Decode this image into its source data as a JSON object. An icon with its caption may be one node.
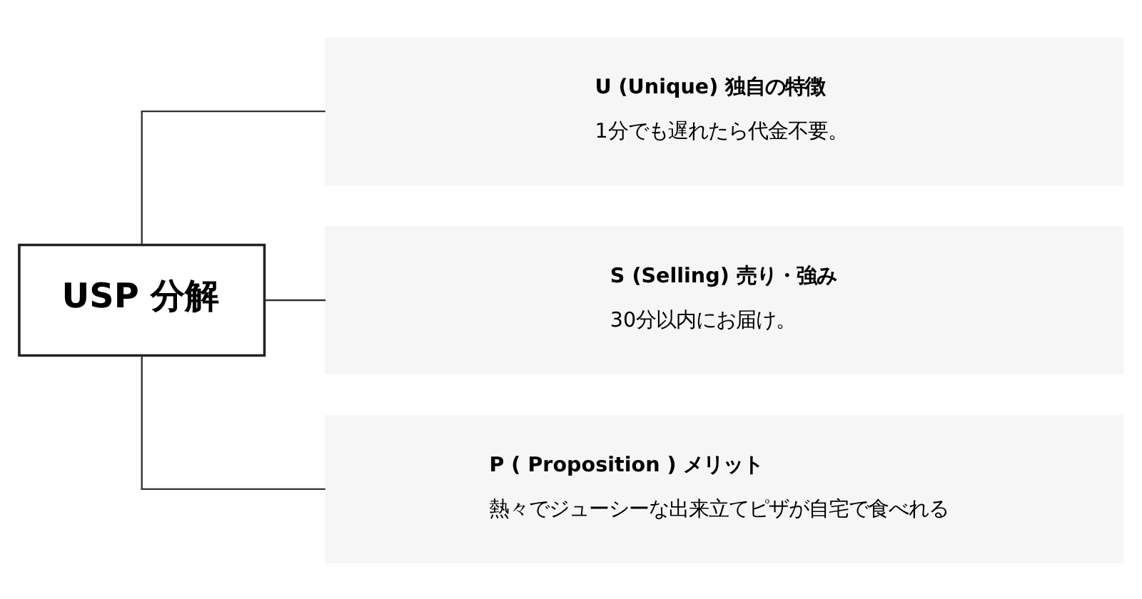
{
  "diagram": {
    "nodes": [
      {
        "text": [
          "USP 分解"
        ]
      },
      {
        "text": [
          "U (Unique) 独自の特徴",
          "1分でも遅れたら代金不要。"
        ]
      },
      {
        "text": [
          "S (Selling) 売り・強み",
          "30分以内にお届け。"
        ]
      },
      {
        "text": [
          "P ( Proposition ) メリット",
          "熱々でジューシーな出来立てピザが自宅で食べれる"
        ]
      }
    ],
    "edges": [
      {
        "from": 0,
        "to": 1,
        "arrow": "none"
      },
      {
        "from": 0,
        "to": 2,
        "arrow": "none"
      },
      {
        "from": 0,
        "to": 3,
        "arrow": "none"
      }
    ]
  }
}
